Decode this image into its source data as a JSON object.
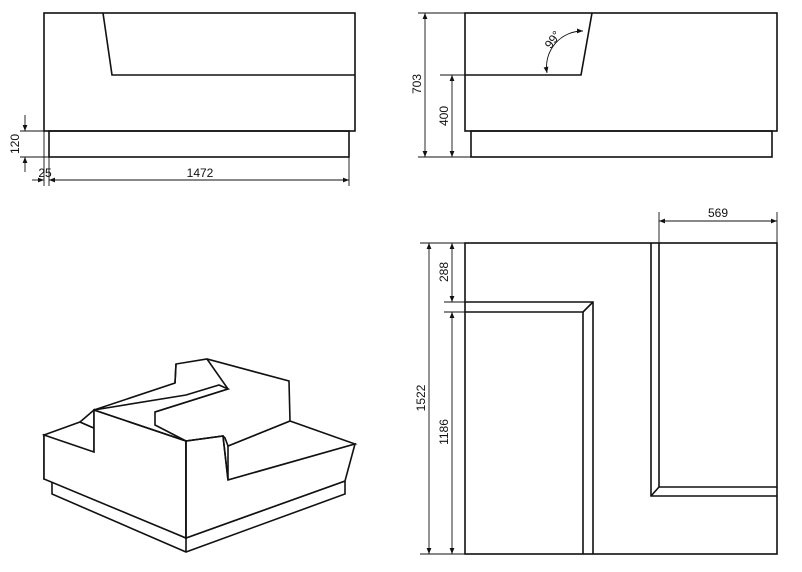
{
  "views": {
    "front": {
      "dim_base_height": "120",
      "dim_offset": "25",
      "dim_width": "1472"
    },
    "side": {
      "dim_total_height": "703",
      "dim_seat_height": "400",
      "dim_angle": "99°"
    },
    "top": {
      "dim_arm_width": "569",
      "dim_back_depth": "288",
      "dim_total_depth": "1522",
      "dim_seat_depth": "1186"
    },
    "isometric": {}
  }
}
